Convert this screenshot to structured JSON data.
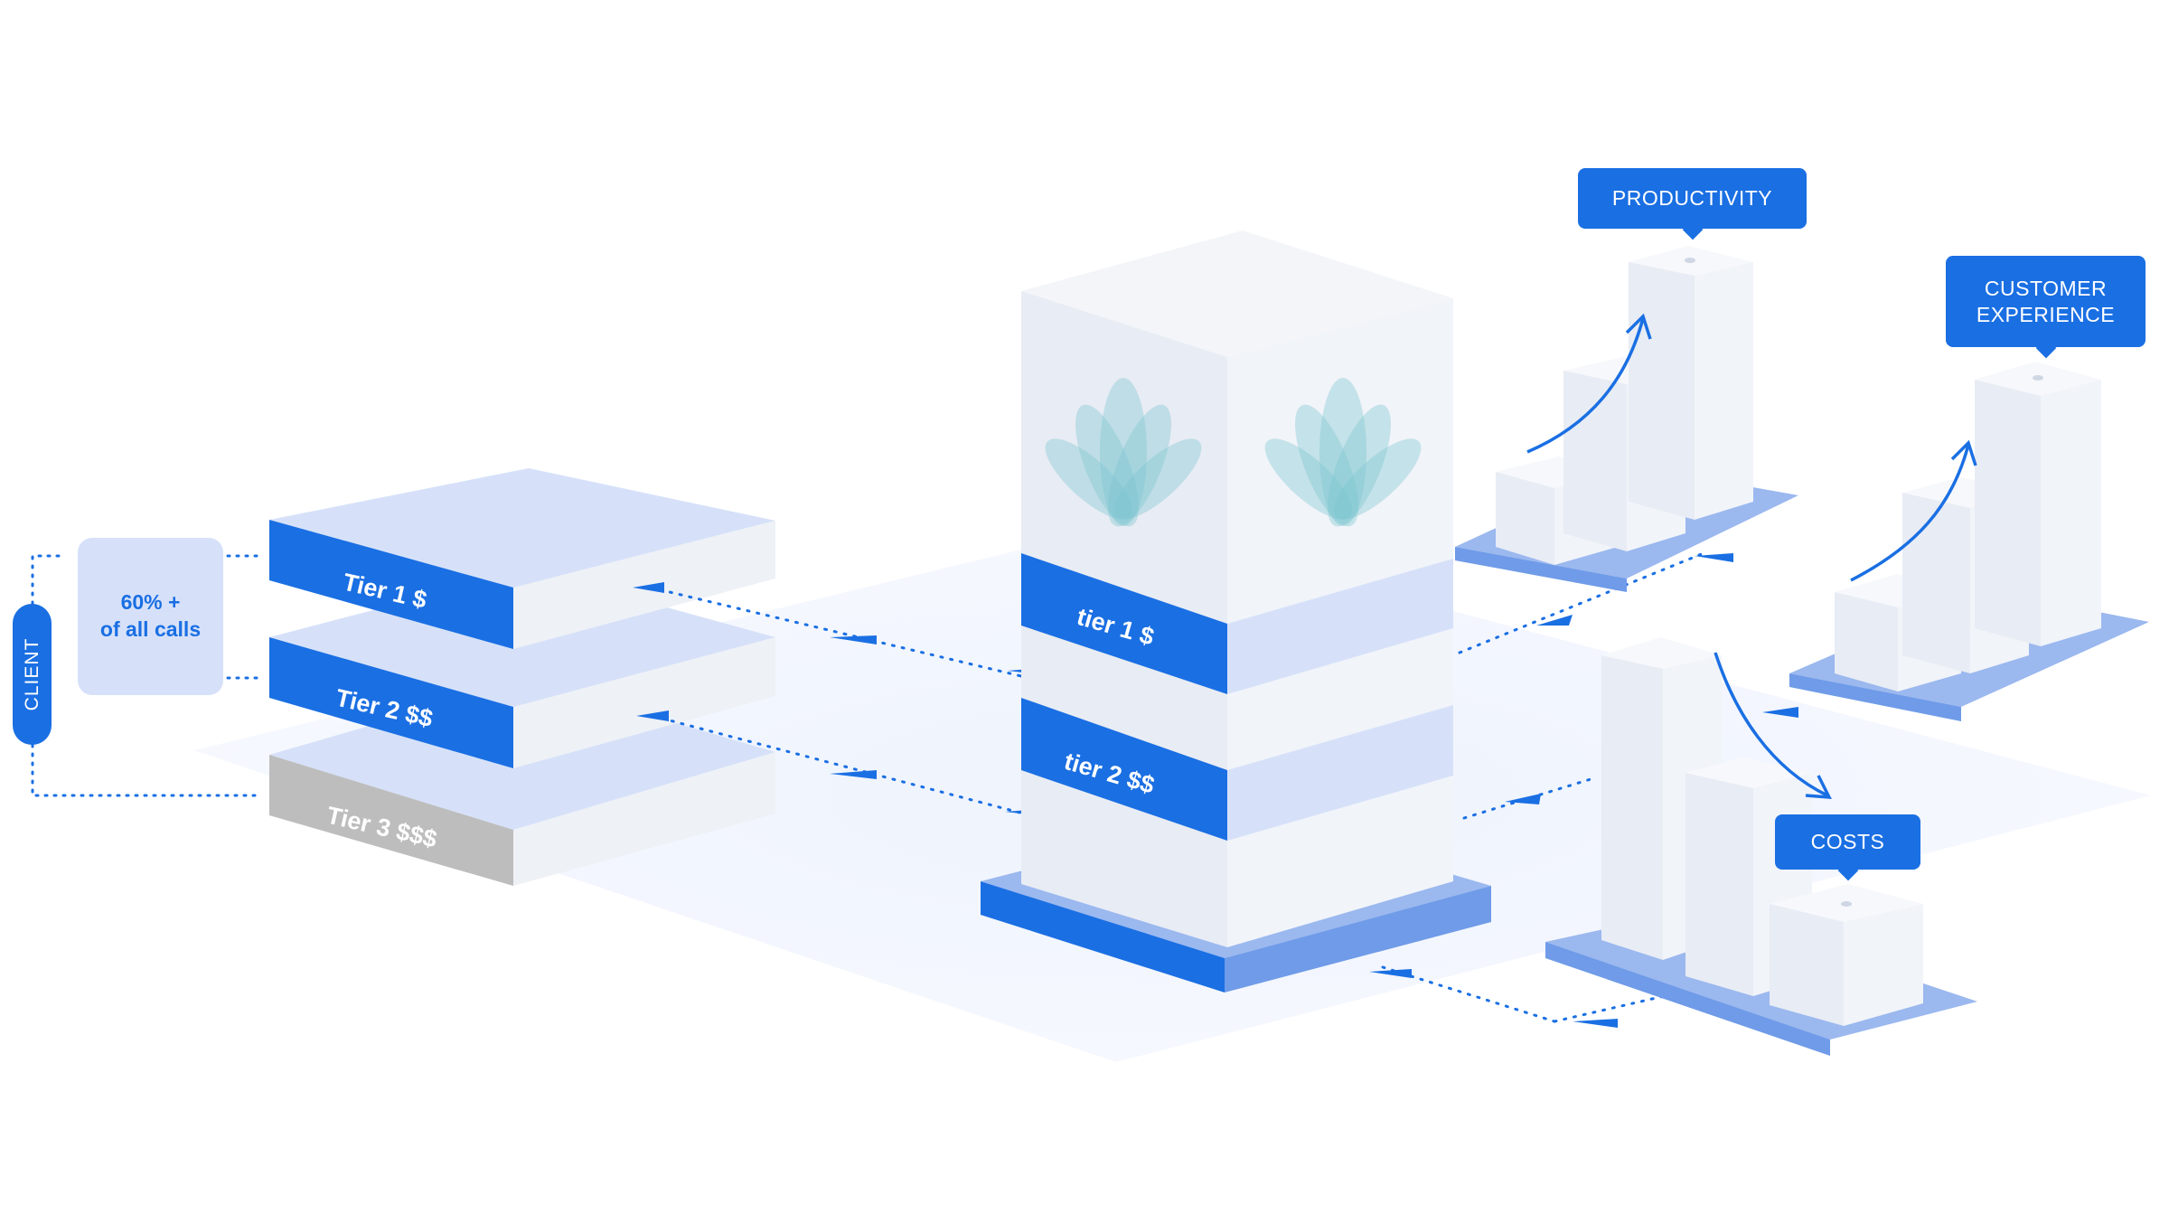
{
  "client": {
    "label": "CLIENT"
  },
  "calls_box": {
    "line1": "60% +",
    "line2": "of all calls"
  },
  "left_stack": {
    "tiers": [
      "Tier 1 $",
      "Tier 2 $$",
      "Tier 3 $$$"
    ]
  },
  "central_tower": {
    "tiers": [
      "tier 1 $",
      "tier 2 $$"
    ]
  },
  "callouts": {
    "productivity": "PRODUCTIVITY",
    "customer_experience_line1": "CUSTOMER",
    "customer_experience_line2": "EXPERIENCE",
    "costs": "COSTS"
  },
  "colors": {
    "accent_blue": "#1a6fe3",
    "light_blue": "#d6e1f9",
    "base_blue": "#6f9be8",
    "tier3_gray": "#bdbdbd",
    "lotus_teal": "#7cc6d0"
  }
}
